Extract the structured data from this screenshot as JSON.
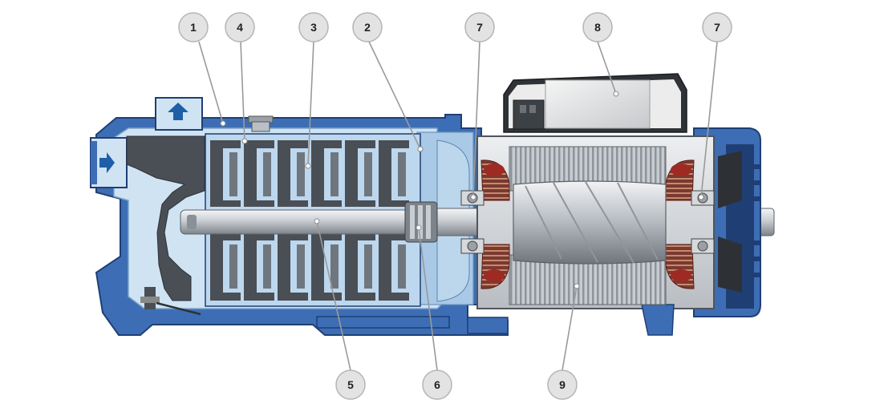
{
  "callouts": [
    {
      "id": "1",
      "label": "1"
    },
    {
      "id": "4",
      "label": "4"
    },
    {
      "id": "3",
      "label": "3"
    },
    {
      "id": "2",
      "label": "2"
    },
    {
      "id": "7a",
      "label": "7"
    },
    {
      "id": "8",
      "label": "8"
    },
    {
      "id": "7b",
      "label": "7"
    },
    {
      "id": "5",
      "label": "5"
    },
    {
      "id": "6",
      "label": "6"
    },
    {
      "id": "9",
      "label": "9"
    }
  ],
  "colors": {
    "casing_blue": "#3d6eb5",
    "casing_dark": "#1f3f74",
    "water_light": "#cfe3f3",
    "water_mid": "#a9c9e6",
    "impeller_gray": "#4a4f55",
    "metal_light": "#e7e9ec",
    "metal_mid": "#b7bcc2",
    "motor_gray": "#d9dbde",
    "winding_red": "#9e2a24",
    "callout_fill": "#e3e3e3",
    "leader_gray": "#9a9a9a"
  },
  "icons": {
    "outlet": "arrow-up-icon",
    "inlet": "arrow-right-icon"
  }
}
